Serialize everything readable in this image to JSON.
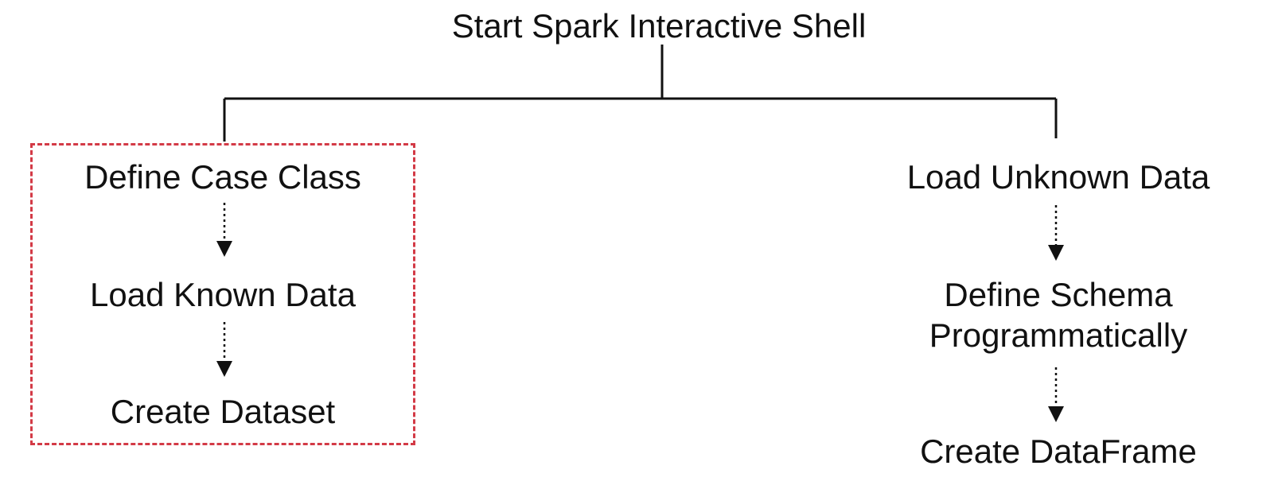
{
  "diagram": {
    "root": {
      "label": "Start Spark Interactive Shell"
    },
    "left_branch": {
      "steps": [
        "Define Case Class",
        "Load Known Data",
        "Create Dataset"
      ]
    },
    "right_branch": {
      "steps": [
        "Load Unknown Data",
        [
          "Define Schema",
          "Programmatically"
        ],
        "Create DataFrame"
      ]
    },
    "colors": {
      "text": "#111111",
      "connector": "#111111",
      "highlight_box": "#d33a46"
    }
  }
}
